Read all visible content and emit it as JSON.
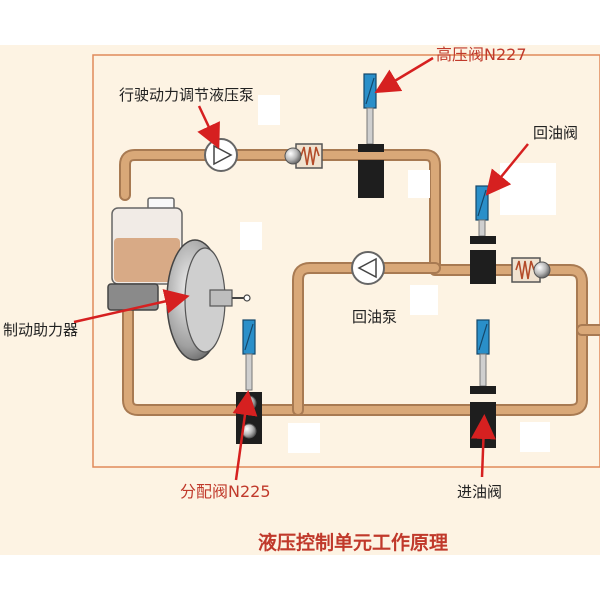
{
  "labels": {
    "high_pressure_valve": "高压阀N227",
    "pump": "行驶动力调节液压泵",
    "return_valve": "回油阀",
    "booster": "制动助力器",
    "return_pump": "回油泵",
    "distribution_valve": "分配阀N225",
    "inlet_valve": "进油阀"
  },
  "title": "液压控制单元工作原理",
  "colors": {
    "pipe": "#d9a878",
    "pipe_edge": "#a87a52",
    "arrow": "#d62020",
    "solenoid": "#2a8fc9",
    "valve_block": "#1e1e1e",
    "frame": "#e08a5a",
    "background": "#fdf3e3"
  }
}
